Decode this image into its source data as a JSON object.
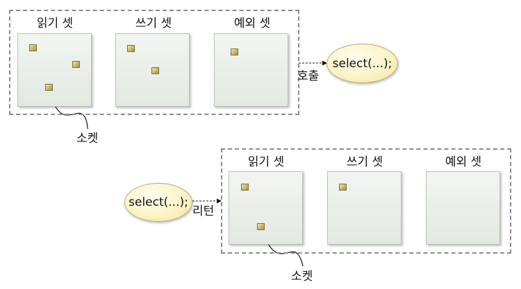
{
  "top": {
    "sets": [
      {
        "label": "읽기 셋"
      },
      {
        "label": "쓰기 셋"
      },
      {
        "label": "예외 셋"
      }
    ],
    "call_label": "호출",
    "select_label": "select(...);",
    "socket_label": "소켓"
  },
  "bottom": {
    "sets": [
      {
        "label": "읽기 셋"
      },
      {
        "label": "쓰기 셋"
      },
      {
        "label": "예외 셋"
      }
    ],
    "return_label": "리턴",
    "select_label": "select(...);",
    "socket_label": "소켓"
  }
}
